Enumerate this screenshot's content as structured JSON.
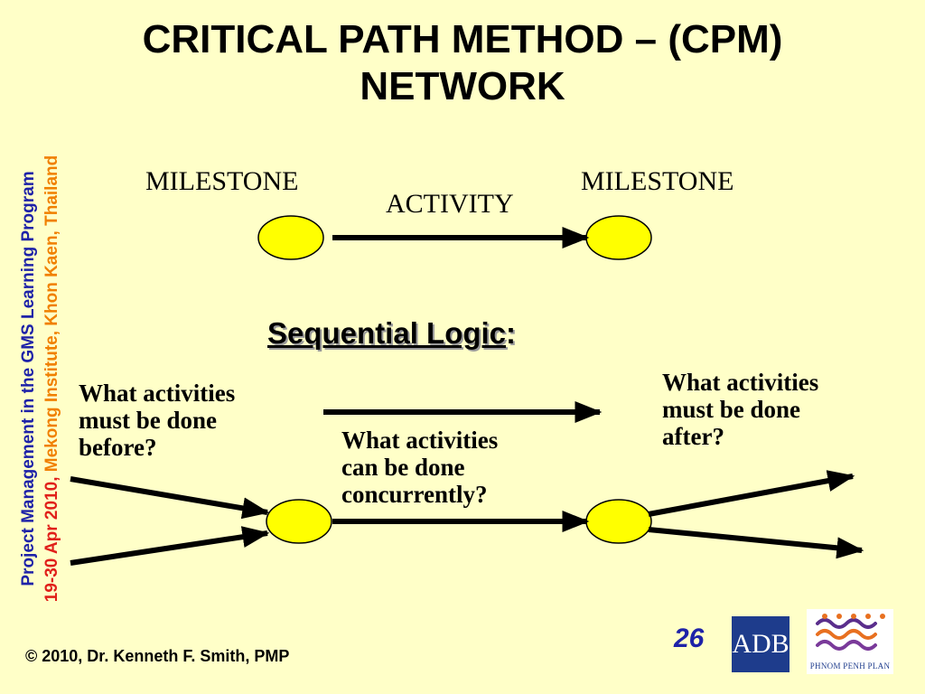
{
  "title": {
    "line1": "CRITICAL PATH METHOD – (CPM)",
    "line2": "NETWORK"
  },
  "sidebar": {
    "line1": "Project Management in the GMS Learning Program",
    "line2_date": "19-30 Apr 2010, ",
    "line2_place": "Mekong Institute, Khon Kaen, Thailand"
  },
  "diagram": {
    "milestone_left": "MILESTONE",
    "milestone_right": "MILESTONE",
    "activity": "ACTIVITY",
    "sequential_logic": "Sequential Logic",
    "colon": ":",
    "q_before": [
      "What activities",
      "must be done",
      "before?"
    ],
    "q_concurrent": [
      "What activities",
      "can be done",
      "concurrently?"
    ],
    "q_after": [
      "What activities",
      "must be done",
      "after?"
    ]
  },
  "footer": {
    "page_number": "26",
    "copyright": "© 2010, Dr. Kenneth F. Smith, PMP",
    "adb_logo": "ADB",
    "pp_logo": "PHNOM PENH PLAN"
  },
  "colors": {
    "background": "#FFFFC8",
    "milestone_fill": "#FFFF00",
    "sidebar_blue": "#1E22A8",
    "sidebar_orange": "#F08000",
    "sidebar_red": "#E0201A"
  }
}
